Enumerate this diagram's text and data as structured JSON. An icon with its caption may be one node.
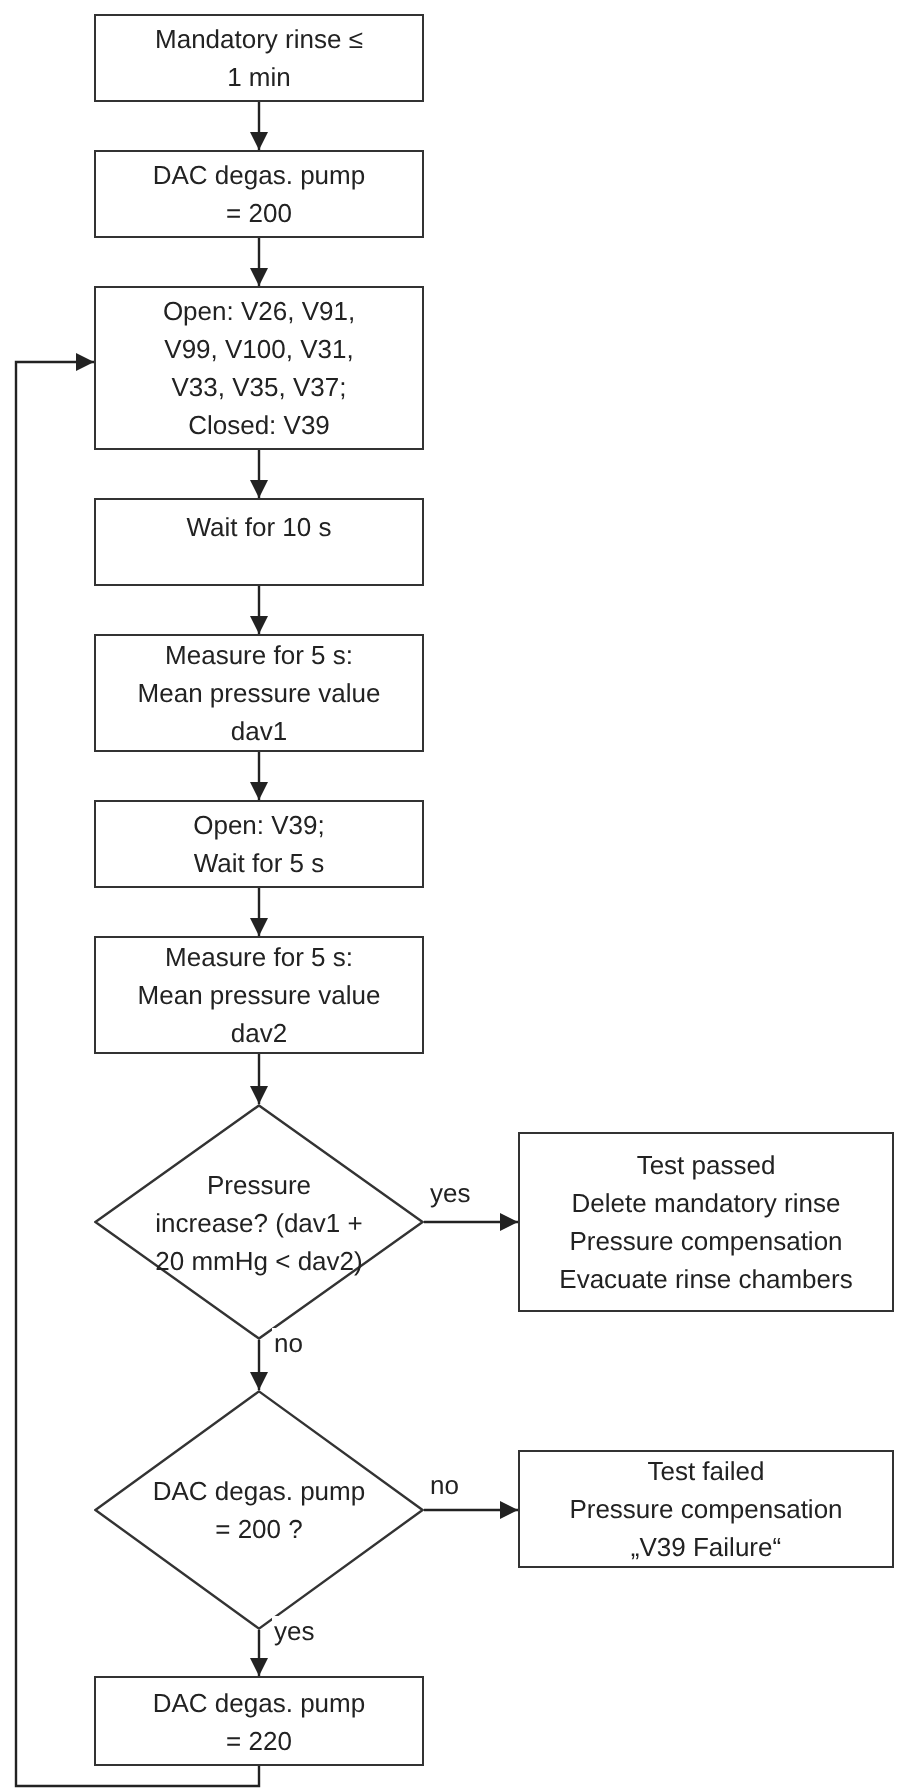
{
  "diagram": {
    "nodes": [
      {
        "text": [
          "Mandatory rinse ≤ 1 min"
        ]
      },
      {
        "text": [
          "DAC degas. pump = 200"
        ]
      },
      {
        "text": [
          "Open: V26, V91, V99, V100, V31, V33, V35, V37; Closed: V39"
        ]
      },
      {
        "text": [
          "Wait for 10 s"
        ]
      },
      {
        "text": [
          "Measure for 5 s: Mean pressure value dav1"
        ]
      },
      {
        "text": [
          "Open: V39; Wait for 5 s"
        ]
      },
      {
        "text": [
          "Measure for 5 s: Mean pressure value dav2"
        ]
      },
      {
        "text": [
          "Pressure increase? (dav1 + 20 mmHg < dav2)"
        ]
      },
      {
        "text": [
          "Test passed",
          "Delete mandatory rinse",
          "Pressure compensation",
          "Evacuate rinse chambers"
        ]
      },
      {
        "text": [
          "DAC degas. pump = 200 ?"
        ]
      },
      {
        "text": [
          "Test failed",
          "Pressure compensation",
          "„V39 Failure“"
        ]
      },
      {
        "text": [
          "DAC degas. pump = 220"
        ]
      }
    ],
    "edges": [
      {
        "from": 0,
        "to": 1,
        "arrow": "to"
      },
      {
        "from": 1,
        "to": 2,
        "arrow": "to"
      },
      {
        "from": 2,
        "to": 3,
        "arrow": "to"
      },
      {
        "from": 3,
        "to": 4,
        "arrow": "to"
      },
      {
        "from": 4,
        "to": 5,
        "arrow": "to"
      },
      {
        "from": 5,
        "to": 6,
        "arrow": "to"
      },
      {
        "from": 6,
        "to": 7,
        "arrow": "to"
      },
      {
        "from": 7,
        "to": 8,
        "arrow": "to",
        "label": "yes"
      },
      {
        "from": 7,
        "to": 9,
        "arrow": "to",
        "label": "no"
      },
      {
        "from": 9,
        "to": 10,
        "arrow": "to",
        "label": "no"
      },
      {
        "from": 9,
        "to": 11,
        "arrow": "to",
        "label": "yes"
      },
      {
        "from": 11,
        "to": 2,
        "arrow": "to"
      }
    ]
  }
}
